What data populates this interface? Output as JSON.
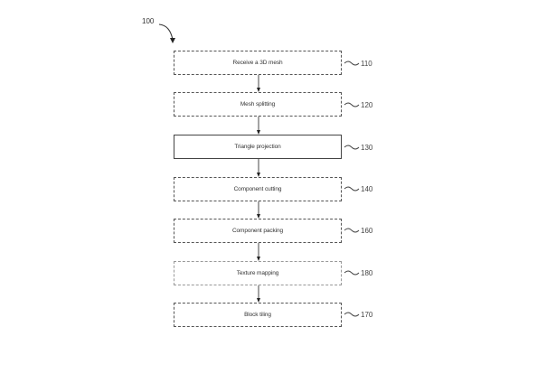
{
  "figure": {
    "label": "100",
    "steps": [
      {
        "text": "Receive a 3D mesh",
        "ref": "110",
        "border": "dashed"
      },
      {
        "text": "Mesh splitting",
        "ref": "120",
        "border": "dashed"
      },
      {
        "text": "Triangle projection",
        "ref": "130",
        "border": "solid"
      },
      {
        "text": "Component cutting",
        "ref": "140",
        "border": "dashed"
      },
      {
        "text": "Component packing",
        "ref": "160",
        "border": "dashed"
      },
      {
        "text": "Texture mapping",
        "ref": "180",
        "border": "light-dashed"
      },
      {
        "text": "Block tiling",
        "ref": "170",
        "border": "dashed"
      }
    ]
  }
}
